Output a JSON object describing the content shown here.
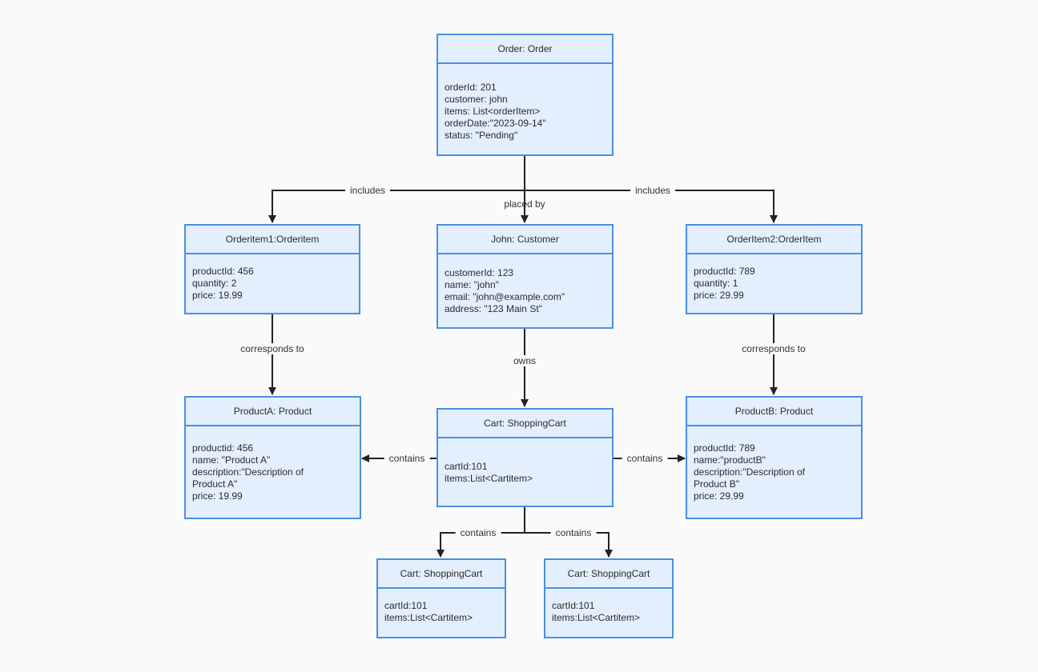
{
  "diagram": {
    "nodes": {
      "order": {
        "title": "Order: Order",
        "fields": [
          "orderId: 201",
          "customer: john",
          "items: List<orderItem>",
          "orderDate:\"2023-09-14\"",
          "status: \"Pending\""
        ]
      },
      "orderitem1": {
        "title": "Orderitem1:Orderitem",
        "fields": [
          "productId: 456",
          "quantity: 2",
          "price: 19.99"
        ]
      },
      "john": {
        "title": "John: Customer",
        "fields": [
          "customerId: 123",
          "name: \"john\"",
          "email: \"john@example.com\"",
          "address: \"123 Main St\""
        ]
      },
      "orderitem2": {
        "title": "OrderItem2:OrderItem",
        "fields": [
          "productId: 789",
          "quantity: 1",
          "price: 29.99"
        ]
      },
      "producta": {
        "title": "ProductA: Product",
        "fields": [
          "productid: 456",
          "name: \"Product A\"",
          "description:\"Description of",
          "Product A\"",
          "price: 19.99"
        ]
      },
      "cart": {
        "title": "Cart: ShoppingCart",
        "fields": [
          "cartId:101",
          "items:List<Cartitem>"
        ]
      },
      "productb": {
        "title": "ProductB: Product",
        "fields": [
          "productId: 789",
          "name:\"productB\"",
          "description:\"Description of",
          "Product B\"",
          "price: 29.99"
        ]
      },
      "cart_left": {
        "title": "Cart: ShoppingCart",
        "fields": [
          "cartId:101",
          "items:List<Cartitem>"
        ]
      },
      "cart_right": {
        "title": "Cart: ShoppingCart",
        "fields": [
          "cartId:101",
          "items:List<Cartitem>"
        ]
      }
    },
    "edge_labels": {
      "includes_left": "includes",
      "placed_by": "placed by",
      "includes_right": "includes",
      "corresponds_left": "corresponds to",
      "owns": "owns",
      "corresponds_right": "corresponds to",
      "contains_left": "contains",
      "contains_right": "contains",
      "contains_bottom_left": "contains",
      "contains_bottom_right": "contains"
    }
  }
}
